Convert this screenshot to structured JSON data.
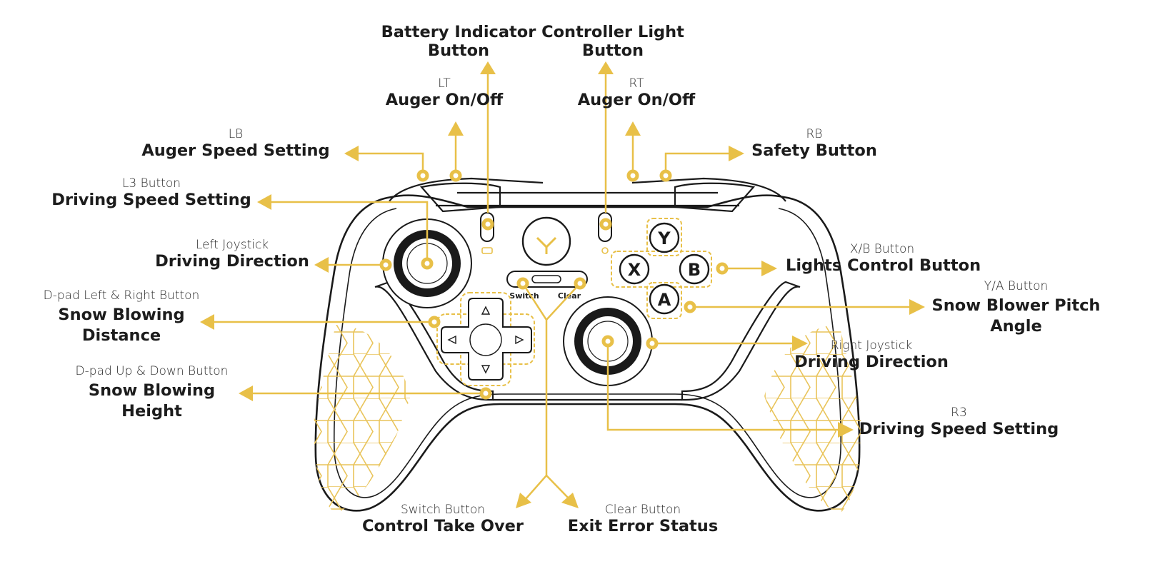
{
  "colors": {
    "accent": "#e8c048",
    "outline": "#1a1a1a",
    "hex": "#e9c45a"
  },
  "labels": {
    "battery": {
      "main": "Battery Indicator",
      "main2": "Button"
    },
    "light": {
      "main": "Controller Light",
      "main2": "Button"
    },
    "lt": {
      "small": "LT",
      "main": "Auger On/Off"
    },
    "rt": {
      "small": "RT",
      "main": "Auger On/Off"
    },
    "lb": {
      "small": "LB",
      "main": "Auger Speed Setting"
    },
    "rb": {
      "small": "RB",
      "main": "Safety Button"
    },
    "l3": {
      "small": "L3 Button",
      "main": "Driving Speed Setting"
    },
    "left_stick": {
      "small": "Left Joystick",
      "main": "Driving Direction"
    },
    "dpad_lr": {
      "small": "D-pad Left & Right Button",
      "main": "Snow Blowing",
      "main2": "Distance"
    },
    "dpad_ud": {
      "small": "D-pad Up & Down Button",
      "main": "Snow Blowing",
      "main2": "Height"
    },
    "xb": {
      "small": "X/B Button",
      "main": "Lights Control Button"
    },
    "ya": {
      "small": "Y/A Button",
      "main": "Snow Blower Pitch",
      "main2": "Angle"
    },
    "right_stick": {
      "small": "Right Joystick",
      "main": "Driving Direction"
    },
    "r3": {
      "small": "R3",
      "main": "Driving Speed Setting"
    },
    "switch": {
      "small": "Switch Button",
      "main": "Control Take Over"
    },
    "clear": {
      "small": "Clear Button",
      "main": "Exit Error Status"
    }
  },
  "controller": {
    "face_buttons": {
      "y": "Y",
      "x": "X",
      "b": "B",
      "a": "A"
    },
    "switch_text": "Switch",
    "clear_text": "Clear"
  }
}
